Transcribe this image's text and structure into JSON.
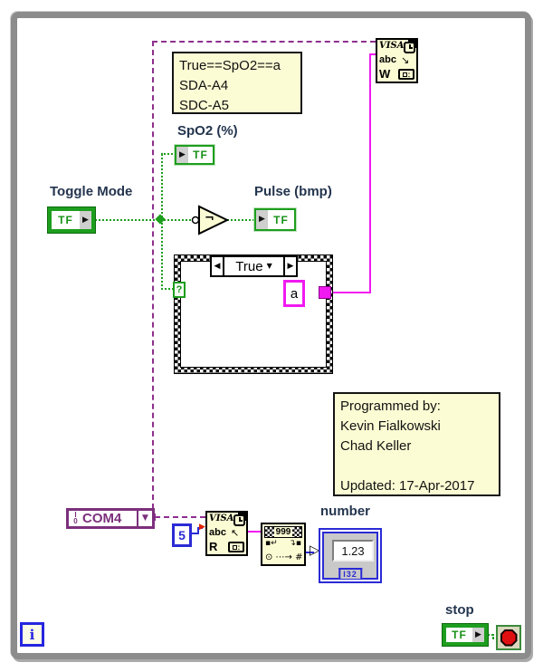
{
  "loop": {
    "iteration_label": "i"
  },
  "comments": {
    "protocol": [
      "True==SpO2==a",
      "SDA-A4",
      "SDC-A5"
    ],
    "credits": [
      "Programmed by:",
      "Kevin Fialkowski",
      "Chad Keller",
      "",
      "Updated: 17-Apr-2017"
    ]
  },
  "booleans": {
    "tf_label": "TF",
    "toggle_mode_label": "Toggle Mode",
    "spo2_label": "SpO2 (%)",
    "pulse_label": "Pulse (bmp)",
    "stop_label": "stop"
  },
  "case_structure": {
    "selector_value": "True",
    "selector_terminal": "?"
  },
  "constants": {
    "string_value": "a",
    "byte_count": "5"
  },
  "visa": {
    "resource_name": "COM4",
    "io_top": "I",
    "io_slash": "/",
    "io_bottom": "0",
    "title": "VISA",
    "abc": "abc",
    "write_letter": "W",
    "read_letter": "R"
  },
  "scan": {
    "digits": "999",
    "row2_left": "▪↵",
    "row2_right": "↴▪",
    "row3": "⊙ ⋯→ #"
  },
  "number": {
    "label": "number",
    "value": "1.23",
    "repr": "I32"
  },
  "icons": {
    "arrow_right": "▶",
    "arrow_left": "◀",
    "arrow_down": "▼",
    "hollow_arrow": "▷",
    "write_arrow": "↘",
    "read_arrow": "↖",
    "not_symbol": "¬"
  },
  "colors": {
    "boolean_green": "#1E9E1E",
    "visa_purple": "#8E2F8E",
    "string_pink": "#F119F1",
    "numeric_blue": "#2B2BD5",
    "comment_bg": "#FCFCD4",
    "loop_border_gray": "#8C8C8C",
    "stop_red": "#E01010"
  }
}
